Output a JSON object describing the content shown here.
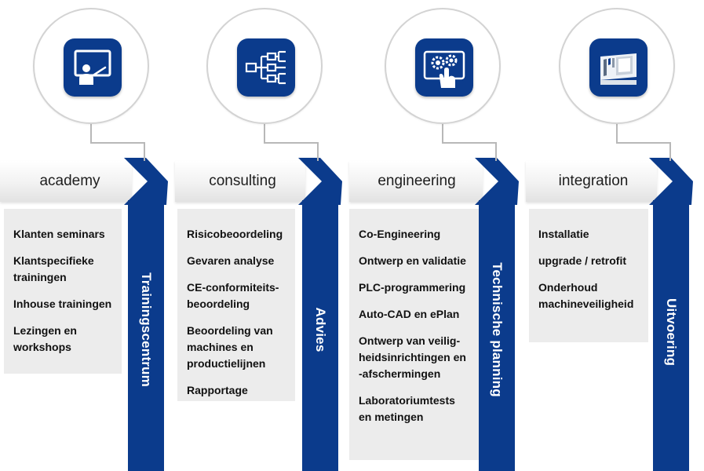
{
  "colors": {
    "brand": "#0b3b8c",
    "band_text": "#1e1e1e",
    "panel_bg": "#ececec"
  },
  "columns": [
    {
      "title": "academy",
      "icon": "presentation-board-icon",
      "bar_label": "Trainingscentrum",
      "items": [
        "Klanten seminars",
        "Klantspecifieke trainingen",
        "Inhouse trainingen",
        "Lezingen en workshops"
      ]
    },
    {
      "title": "consulting",
      "icon": "hierarchy-tree-icon",
      "bar_label": "Advies",
      "items": [
        "Risicobeoordeling",
        "Gevaren analyse",
        "CE-conformiteits-beoordeling",
        "Beoordeling van machines en productielijnen",
        "Rapportage"
      ]
    },
    {
      "title": "engineering",
      "icon": "touch-gears-icon",
      "bar_label": "Technische planning",
      "items": [
        "Co-Engineering",
        "Ontwerp en validatie",
        "PLC-programmering",
        "Auto-CAD en ePlan",
        "Ontwerp van veilig-heidsinrichtingen en -afschermingen",
        "Laboratoriumtests en metingen"
      ]
    },
    {
      "title": "integration",
      "icon": "machine-installation-icon",
      "bar_label": "Uitvoering",
      "items": [
        "Installatie",
        "upgrade / retrofit",
        "Onderhoud machineveiligheid"
      ]
    }
  ]
}
